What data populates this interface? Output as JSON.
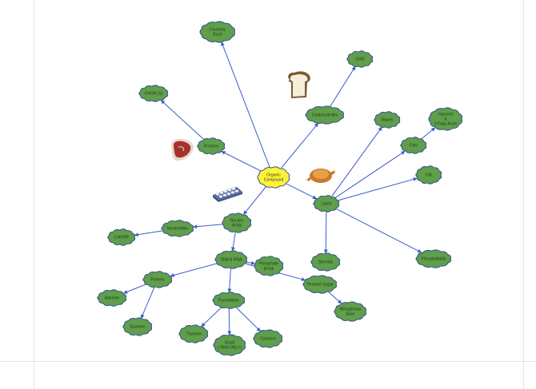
{
  "colors": {
    "cloud_fill": "#5f9e4a",
    "center_fill": "#fff23a",
    "edge": "#3a5cc8",
    "label": "#1d3a14"
  },
  "nodes": {
    "center": {
      "lines": [
        "Organic",
        "Compound"
      ]
    },
    "proteins": {
      "lines": [
        "Proteins"
      ]
    },
    "nucleic_acids": {
      "lines": [
        "Nucleic",
        "Acids"
      ]
    },
    "carbohydrates": {
      "lines": [
        "Carbohydrates"
      ]
    },
    "lipids": {
      "lines": [
        "Lipids"
      ]
    },
    "courtesy_bush": {
      "lines": [
        "Courtesy",
        "Bush"
      ]
    },
    "chon": {
      "lines": [
        "CHON (S)"
      ]
    },
    "cho": {
      "lines": [
        "CHO"
      ]
    },
    "nucleotides": {
      "lines": [
        "Nucleotides"
      ]
    },
    "chonp": {
      "lines": [
        "CHONP"
      ]
    },
    "dna_rna": {
      "lines": [
        "DNA & RNA"
      ]
    },
    "phosphate_group": {
      "lines": [
        "Phosphate",
        "group"
      ]
    },
    "purines": {
      "lines": [
        "Purines"
      ]
    },
    "pyrimidines": {
      "lines": [
        "Pyrimidines"
      ]
    },
    "pentose_sugar": {
      "lines": [
        "Pentose Sugar"
      ]
    },
    "nitrogenous_base": {
      "lines": [
        "Nitrogenous",
        "base"
      ]
    },
    "adenine": {
      "lines": [
        "Adenine"
      ]
    },
    "guanine": {
      "lines": [
        "Guanine"
      ]
    },
    "thymine": {
      "lines": [
        "Thymine"
      ]
    },
    "uracil": {
      "lines": [
        "Uracil",
        "( RNA ONLY)"
      ]
    },
    "cytosine": {
      "lines": [
        "Cytosine"
      ]
    },
    "steroids": {
      "lines": [
        "Steroids"
      ]
    },
    "waxes": {
      "lines": [
        "Waxes"
      ]
    },
    "fats": {
      "lines": [
        "Fats"
      ]
    },
    "glycerol": {
      "lines": [
        "Glycerol",
        "&",
        "3 Fatty Acids"
      ]
    },
    "oils": {
      "lines": [
        "Oils"
      ]
    },
    "phospholipids": {
      "lines": [
        "Phospholipids"
      ]
    }
  },
  "icons": {
    "bread": "bread-slice-icon",
    "steak": "steak-icon",
    "chicken": "roast-chicken-icon",
    "eggs": "egg-carton-icon"
  }
}
